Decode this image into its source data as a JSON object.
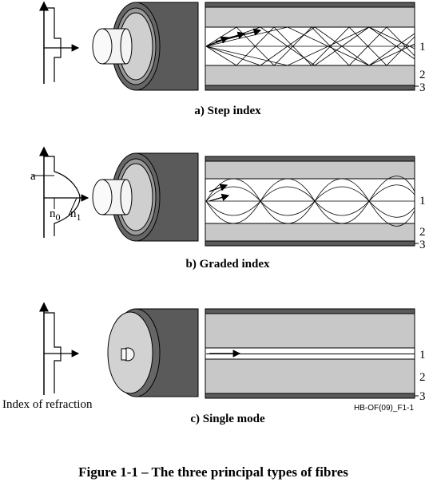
{
  "panels": [
    {
      "caption": "a) Step index",
      "layer_labels": [
        "1",
        "2",
        "3"
      ]
    },
    {
      "caption": "b) Graded index",
      "layer_labels": [
        "1",
        "2",
        "3"
      ],
      "profile_labels": {
        "a": "a",
        "n0": "n",
        "n0_sub": "0",
        "n1": "n",
        "n1_sub": "1"
      }
    },
    {
      "caption": "c) Single mode",
      "layer_labels": [
        "1",
        "2",
        "3"
      ],
      "profile_label": "Index of refraction",
      "code": "HB-OF(09)_F1-1"
    }
  ],
  "figure_caption": "Figure 1-1 – The three principal types of fibres"
}
